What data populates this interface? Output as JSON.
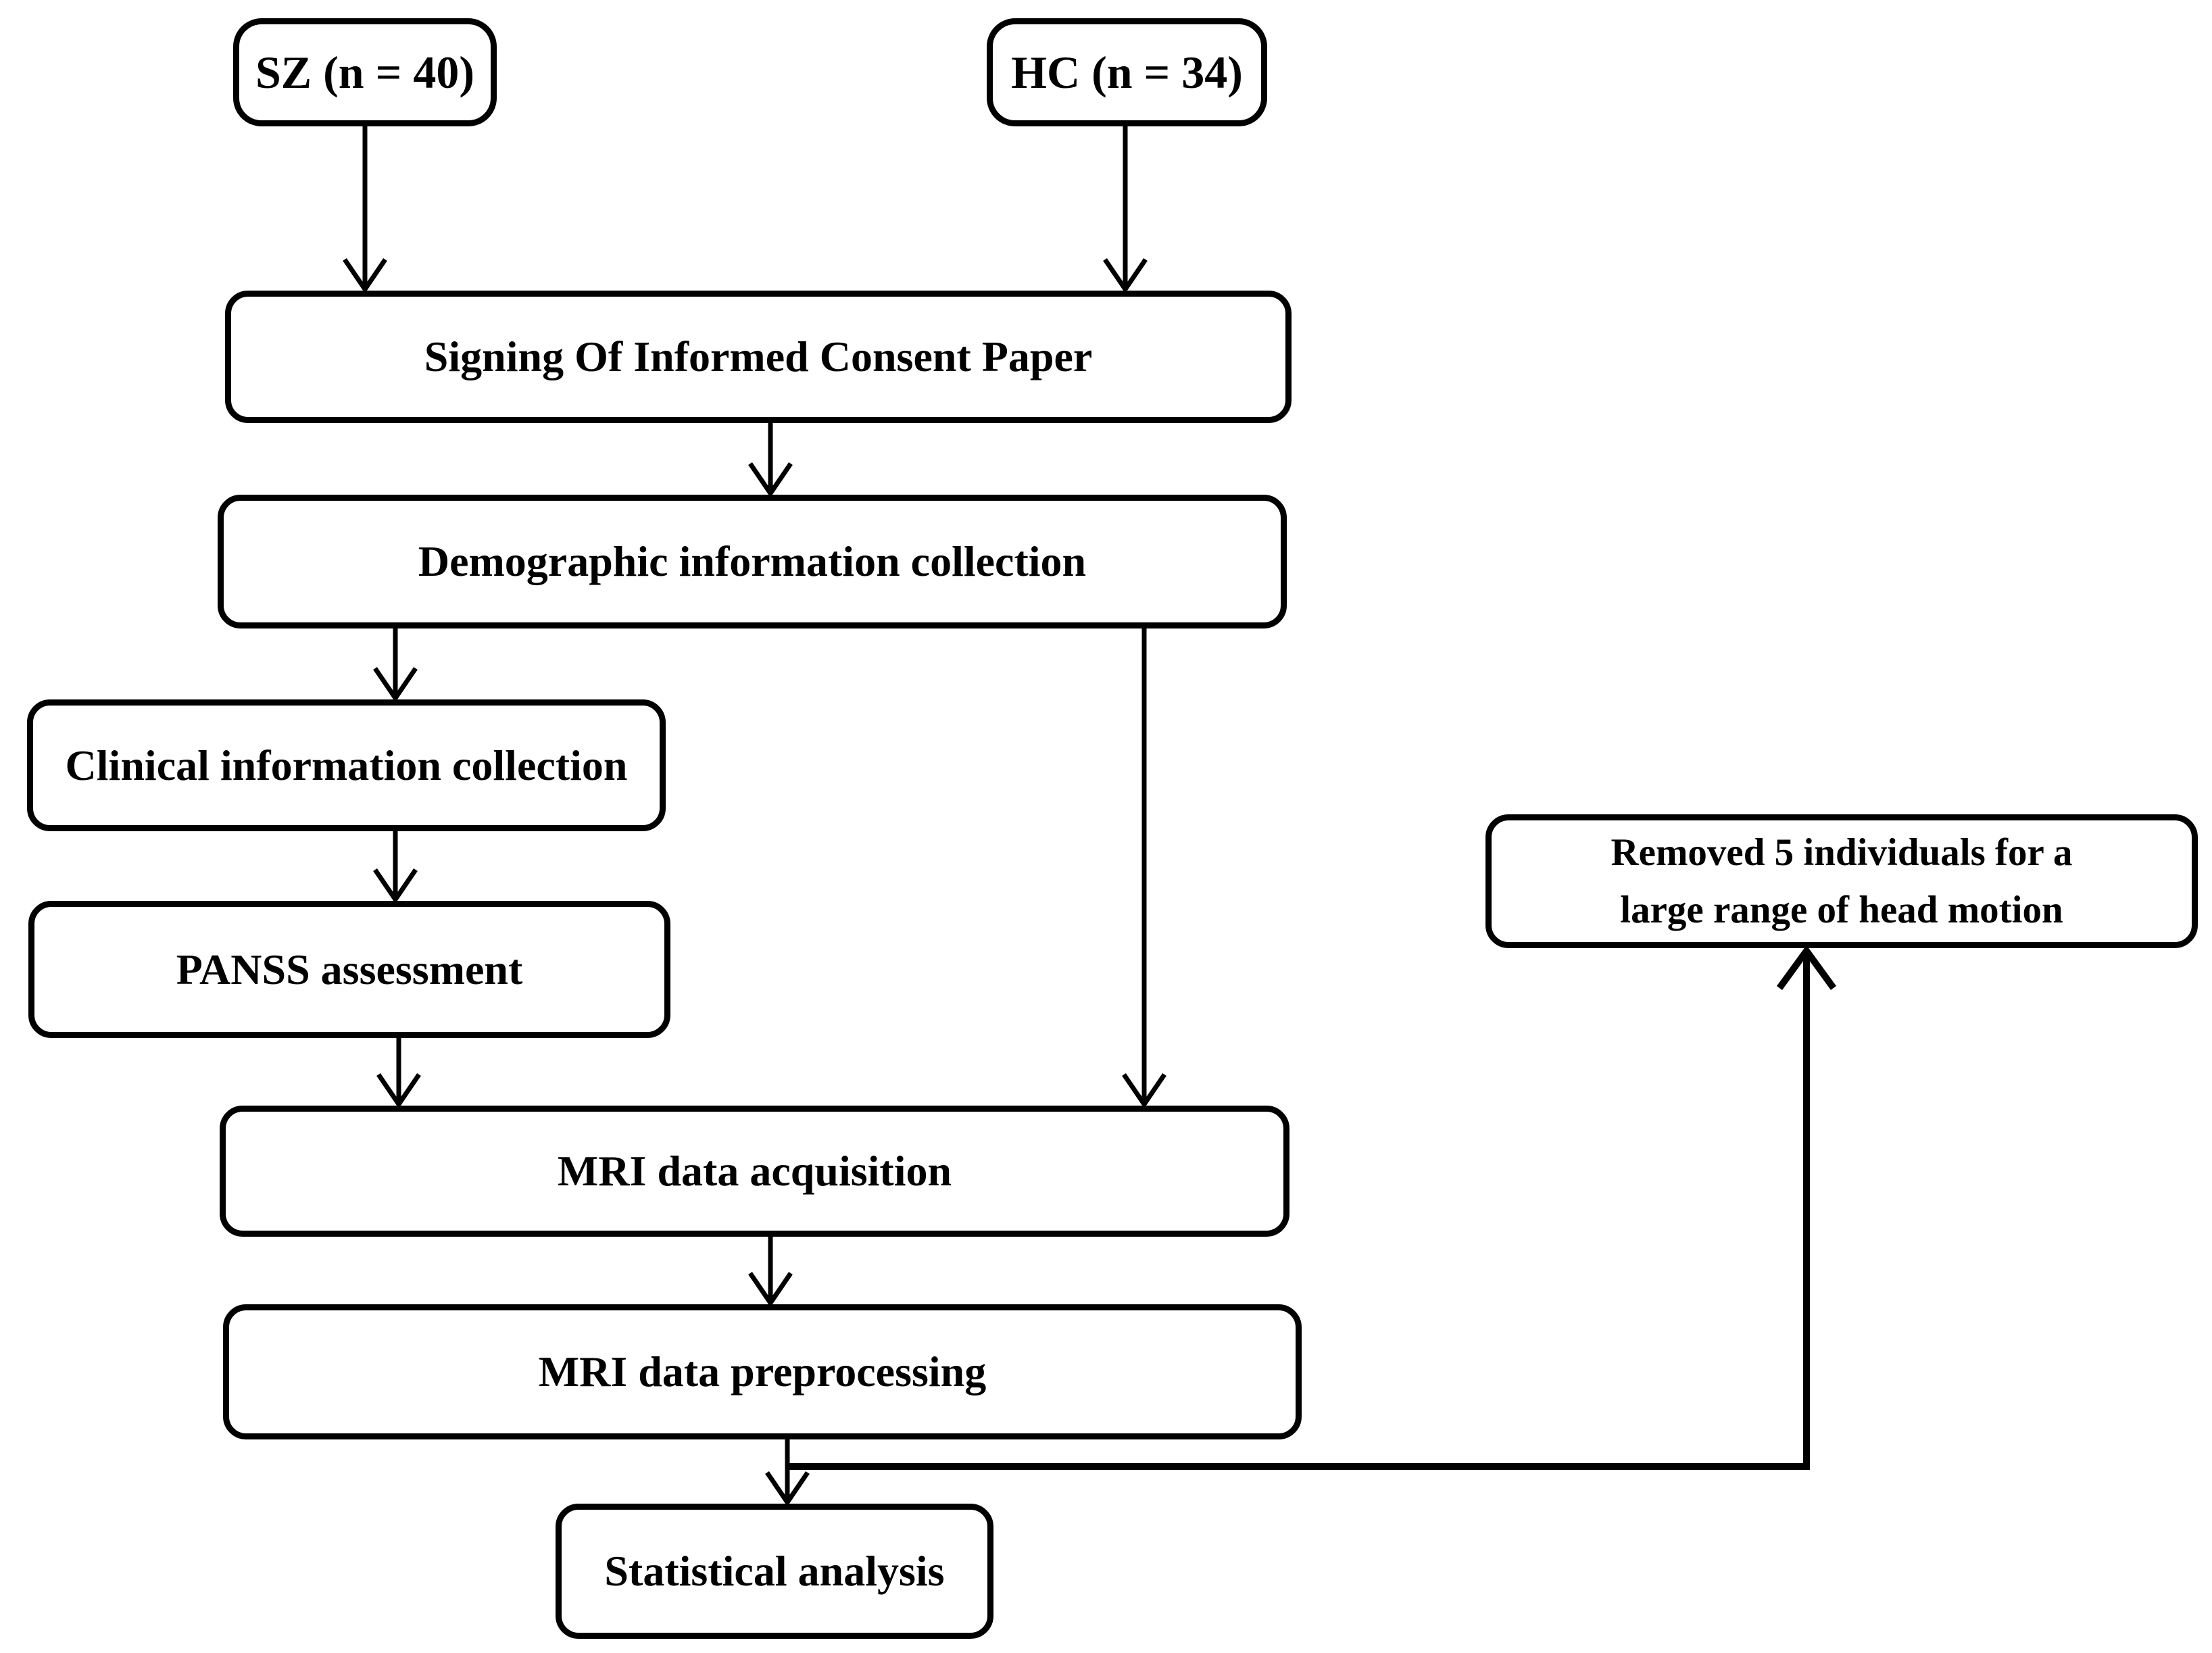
{
  "diagram": {
    "type": "flowchart",
    "colors": {
      "ink": "#000000",
      "background": "#ffffff"
    },
    "nodes": {
      "sz": {
        "label": "SZ (n = 40)",
        "n": 40
      },
      "hc": {
        "label": "HC (n = 34)",
        "n": 34
      },
      "consent": {
        "label": "Signing Of Informed Consent Paper"
      },
      "demographic": {
        "label": "Demographic information collection"
      },
      "clinical": {
        "label": "Clinical information collection"
      },
      "panss": {
        "label": "PANSS assessment"
      },
      "mri_acquisition": {
        "label": "MRI data acquisition"
      },
      "mri_preprocessing": {
        "label": "MRI data preprocessing"
      },
      "statistical": {
        "label": "Statistical analysis"
      },
      "removed": {
        "line1": "Removed 5 individuals for a",
        "line2": "large range of head motion",
        "n_removed": 5
      }
    },
    "edges": [
      {
        "from": "sz",
        "to": "consent"
      },
      {
        "from": "hc",
        "to": "consent"
      },
      {
        "from": "consent",
        "to": "demographic"
      },
      {
        "from": "demographic",
        "to": "clinical"
      },
      {
        "from": "demographic",
        "to": "mri_acquisition"
      },
      {
        "from": "clinical",
        "to": "panss"
      },
      {
        "from": "panss",
        "to": "mri_acquisition"
      },
      {
        "from": "mri_acquisition",
        "to": "mri_preprocessing"
      },
      {
        "from": "mri_preprocessing",
        "to": "statistical"
      },
      {
        "from": "mri_preprocessing",
        "to": "removed"
      }
    ]
  }
}
